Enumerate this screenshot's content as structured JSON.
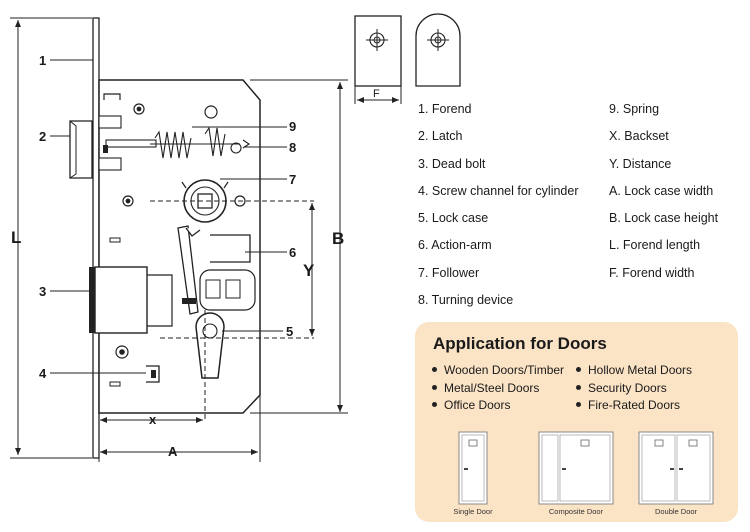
{
  "diagram": {
    "callouts": [
      "1",
      "2",
      "3",
      "4",
      "5",
      "6",
      "7",
      "8",
      "9"
    ],
    "dimension_labels": {
      "L": "L",
      "B": "B",
      "Y": "Y",
      "X": "x",
      "A": "A",
      "F": "F"
    }
  },
  "legend": {
    "left": [
      "1. Forend",
      "2. Latch",
      "3. Dead bolt",
      "4. Screw channel for cylinder",
      "5. Lock case",
      "6. Action-arm",
      "7. Follower",
      "8. Turning device"
    ],
    "right": [
      "9. Spring",
      "X. Backset",
      "Y. Distance",
      "A. Lock case width",
      "B. Lock case height",
      "L. Forend length",
      "F. Forend width"
    ]
  },
  "application": {
    "title": "Application for Doors",
    "left_items": [
      "Wooden Doors/Timber",
      "Metal/Steel Doors",
      "Office Doors"
    ],
    "right_items": [
      "Hollow Metal Doors",
      "Security Doors",
      "Fire-Rated Doors"
    ],
    "doors": [
      {
        "caption": "Single Door",
        "icon": "single-door-icon"
      },
      {
        "caption": "Composite Door",
        "icon": "composite-door-icon"
      },
      {
        "caption": "Double Door",
        "icon": "double-door-icon"
      }
    ],
    "panel_color": "#fbe3c6"
  }
}
